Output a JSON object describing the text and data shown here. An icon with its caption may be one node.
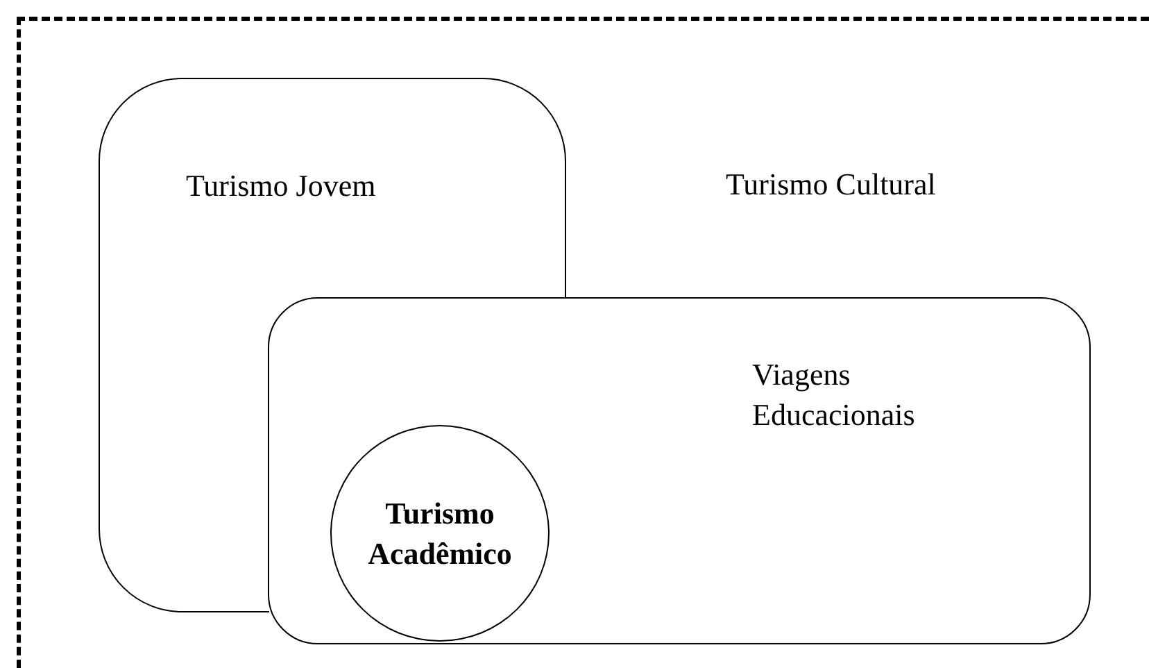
{
  "diagram": {
    "nodes": [
      {
        "text": [
          "Turismo Cultural"
        ]
      },
      {
        "text": [
          "Turismo Jovem"
        ],
        "in": 0
      },
      {
        "text": [
          "Viagens Educacionais"
        ],
        "in": 0
      },
      {
        "text": [
          "Turismo Acadêmico"
        ],
        "in": 2
      }
    ]
  }
}
